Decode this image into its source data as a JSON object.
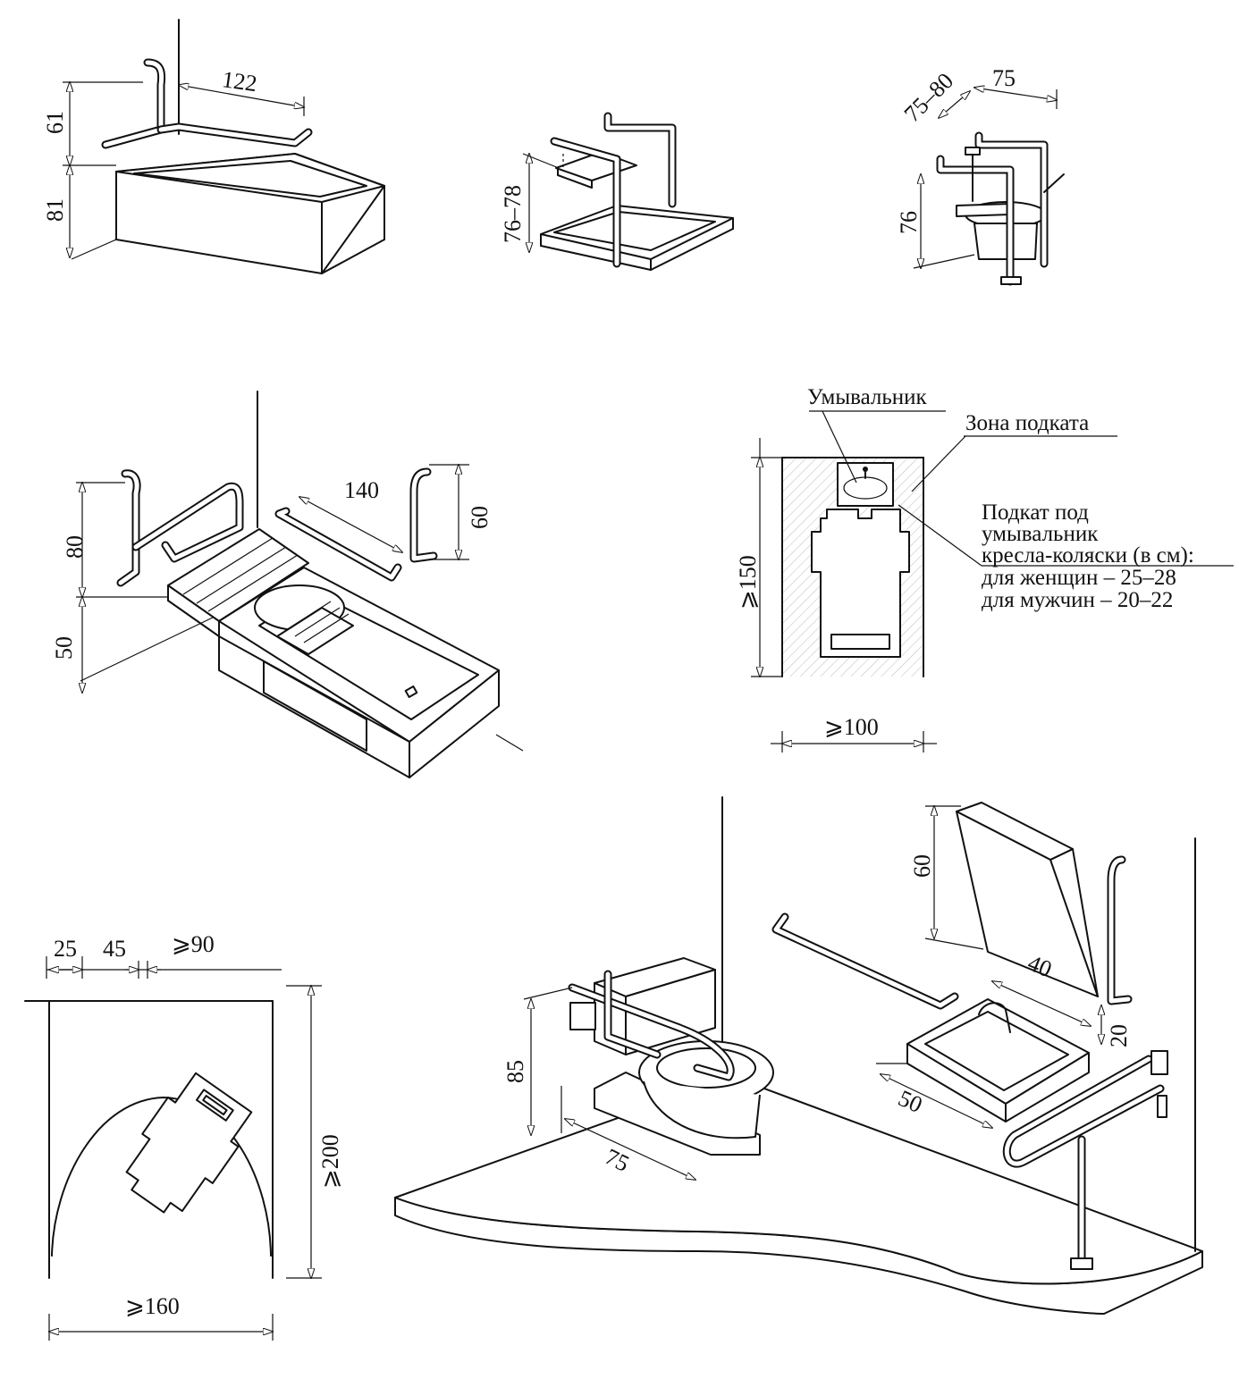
{
  "bathtub_diagram": {
    "dim_length": "122",
    "dim_rail_height": "61",
    "dim_tub_height": "81"
  },
  "shower_diagram": {
    "dim_seat_height": "76–78"
  },
  "toilet_diagram": {
    "dim_offset": "75–80",
    "dim_width": "75",
    "dim_height": "76"
  },
  "bath_seat_diagram": {
    "dim_rail_length": "140",
    "dim_rail_height": "60",
    "dim_upper": "80",
    "dim_lower": "50"
  },
  "sink_plan": {
    "label_sink": "Умывальник",
    "label_zone": "Зона подката",
    "note_line1": "Подкат под",
    "note_line2": "умывальник",
    "note_line3": "кресла-коляски (в см):",
    "note_line4": "для женщин – 25–28",
    "note_line5": "для мужчин – 20–22",
    "dim_length": "⩾150",
    "dim_width": "⩾100"
  },
  "turning_plan": {
    "dim_a": "25",
    "dim_b": "45",
    "dim_c": "⩾90",
    "dim_depth": "⩾200",
    "dim_width": "⩾160"
  },
  "restroom_diagram": {
    "dim_grab_height": "85",
    "dim_toilet_depth": "75",
    "dim_mirror_height": "60",
    "dim_sink_depth": "40",
    "dim_gap": "20",
    "dim_sink_width": "50"
  }
}
